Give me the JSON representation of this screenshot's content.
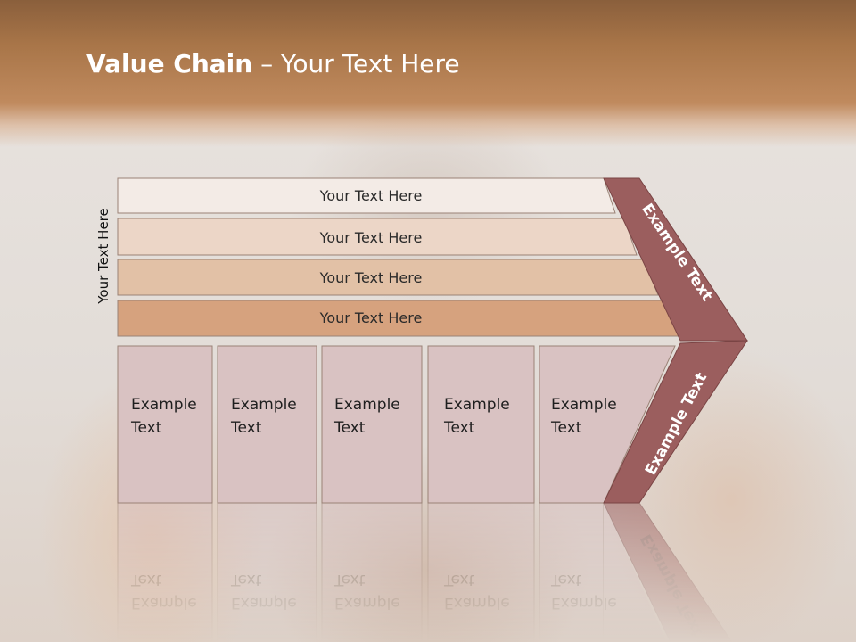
{
  "title": {
    "bold": "Value Chain",
    "rest": " – Your Text Here"
  },
  "side_label": "Your Text Here",
  "bars": [
    {
      "label": "Your Text Here",
      "fill": "#f3ebe6"
    },
    {
      "label": "Your Text Here",
      "fill": "#ecd6c7"
    },
    {
      "label": "Your Text Here",
      "fill": "#e2c1a6"
    },
    {
      "label": "Your Text Here",
      "fill": "#d6a27e"
    }
  ],
  "boxes": [
    {
      "line1": "Example",
      "line2": "Text"
    },
    {
      "line1": "Example",
      "line2": "Text"
    },
    {
      "line1": "Example",
      "line2": "Text"
    },
    {
      "line1": "Example",
      "line2": "Text"
    },
    {
      "line1": "Example",
      "line2": "Text"
    }
  ],
  "chevron": {
    "upper_label": "Example Text",
    "lower_label": "Example Text",
    "fill": "#9b5e5e"
  },
  "colors": {
    "header": "#b07a4e",
    "box_fill": "#d9c2c2",
    "border": "#9a8276"
  }
}
